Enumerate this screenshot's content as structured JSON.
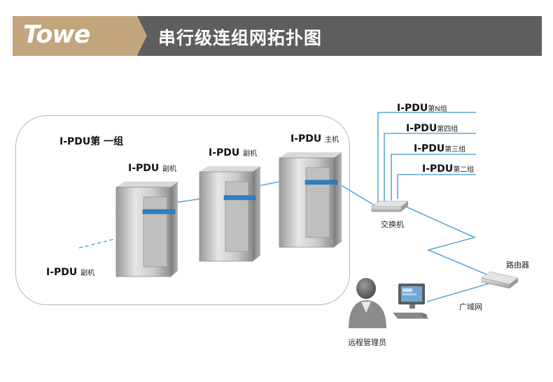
{
  "header": {
    "logo": "Towe",
    "title": "串行级连组网拓扑图"
  },
  "group": {
    "label_main": "I-PDU",
    "label_sub": "第 一组"
  },
  "cabinets": [
    {
      "name_main": "I-PDU",
      "name_sub": "副机"
    },
    {
      "name_main": "I-PDU",
      "name_sub": "副机"
    },
    {
      "name_main": "I-PDU",
      "name_sub": "主机"
    }
  ],
  "extra_slave": {
    "name_main": "I-PDU",
    "name_sub": "副机"
  },
  "branches": [
    {
      "name_main": "I-PDU",
      "name_sub": "第N组"
    },
    {
      "name_main": "I-PDU",
      "name_sub": "第四组"
    },
    {
      "name_main": "I-PDU",
      "name_sub": "第三组"
    },
    {
      "name_main": "I-PDU",
      "name_sub": "第二组"
    }
  ],
  "devices": {
    "switch": "交换机",
    "router": "路由器",
    "wan": "广域网",
    "admin": "远程管理员"
  },
  "colors": {
    "link": "#5aa8d8",
    "logo_bg": "#c2a57c",
    "header_bg": "#5e5e5e"
  }
}
